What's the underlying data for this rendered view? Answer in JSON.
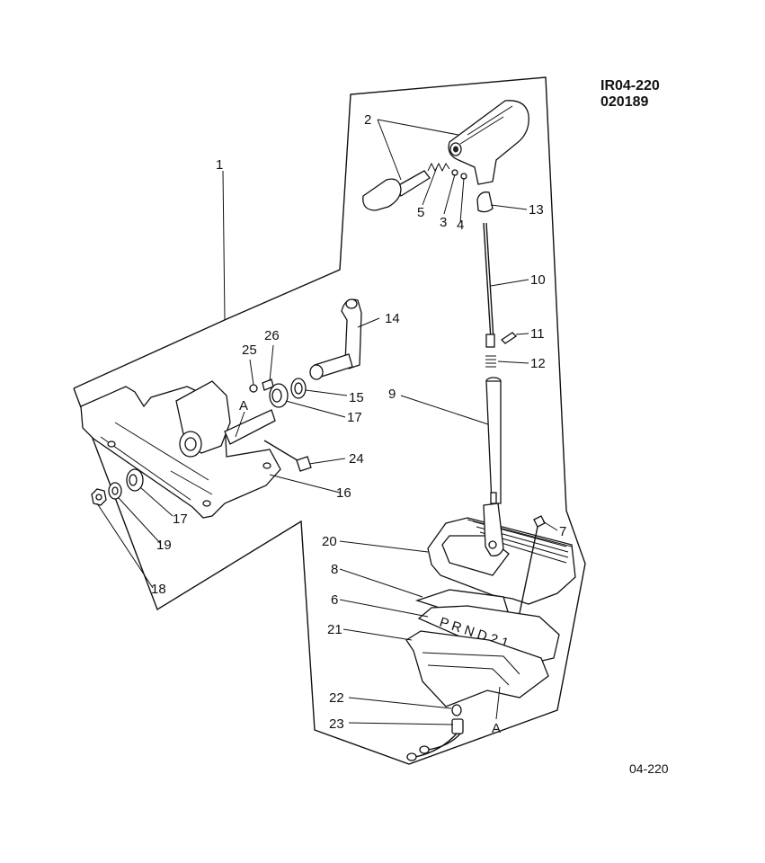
{
  "header": {
    "code_line_1": "IR04-220",
    "code_line_2": "020189"
  },
  "footer": {
    "figure_ref": "04-220"
  },
  "callouts": {
    "c1": "1",
    "c2": "2",
    "c3": "3",
    "c4": "4",
    "c5": "5",
    "c6": "6",
    "c7": "7",
    "c8": "8",
    "c9": "9",
    "c10": "10",
    "c11": "11",
    "c12": "12",
    "c13": "13",
    "c14": "14",
    "c15": "15",
    "c16": "16",
    "c17a": "17",
    "c17b": "17",
    "c18": "18",
    "c19": "19",
    "c20": "20",
    "c21": "21",
    "c22": "22",
    "c23": "23",
    "c24": "24",
    "c25": "25",
    "c26": "26",
    "cA1": "A",
    "cA2": "A"
  },
  "indicator": {
    "gear_letters": "P R N D 2 1"
  }
}
